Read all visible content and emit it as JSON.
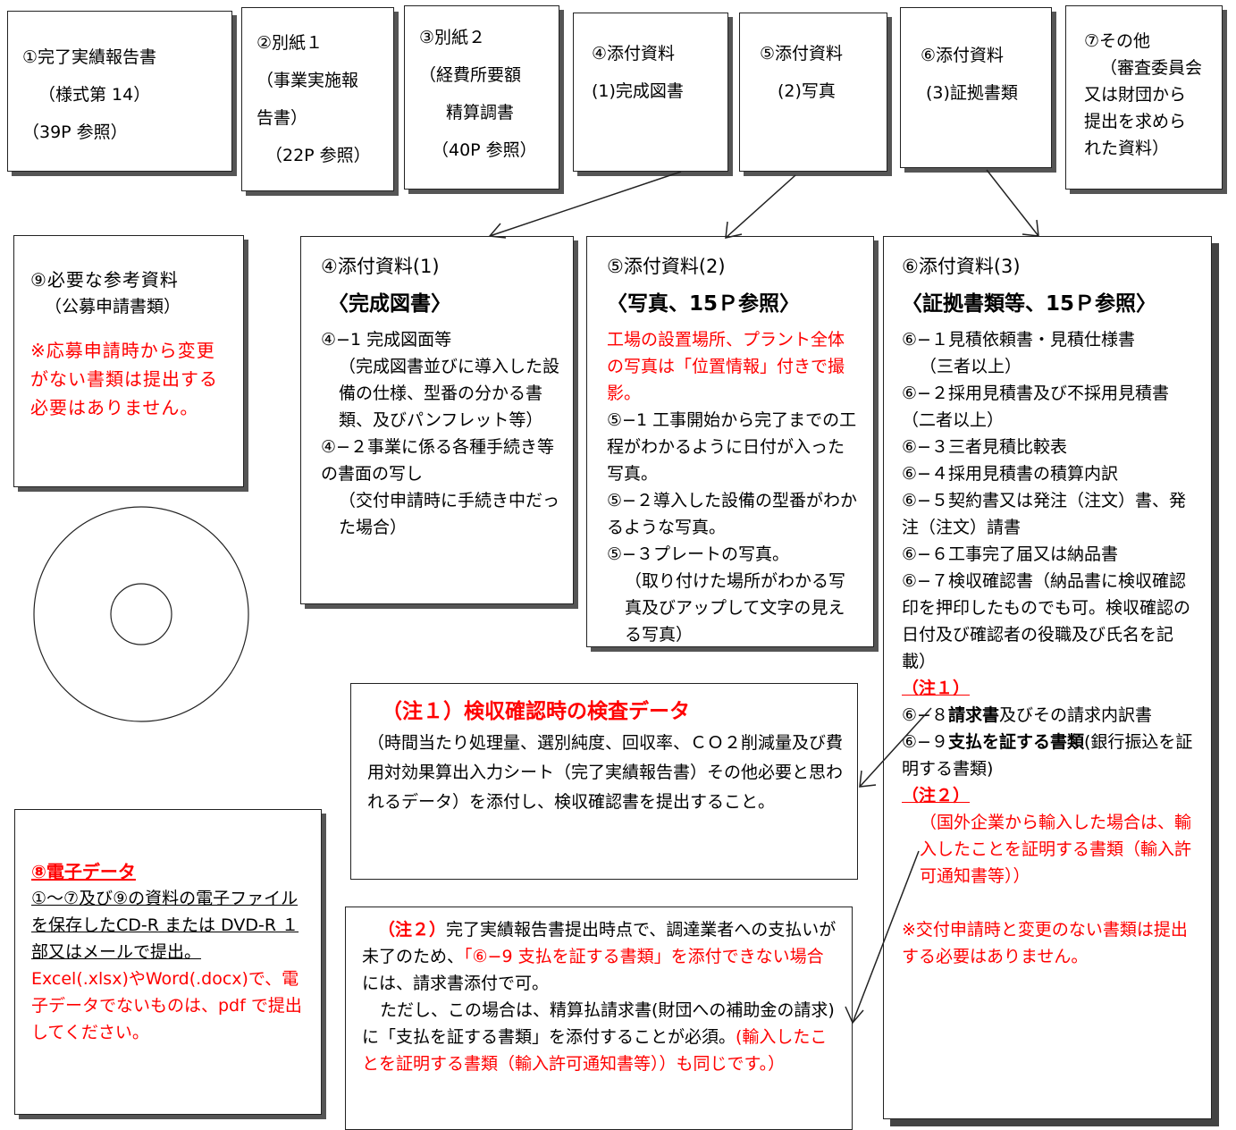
{
  "top": {
    "b1": {
      "l1": "①完了実績報告書",
      "l2": "（様式第 14）",
      "l3": "（39P 参照）"
    },
    "b2": {
      "l1": "②別紙１",
      "l2": "（事業実施報",
      "l3": "告書）",
      "l4": "（22P 参照）"
    },
    "b3": {
      "l1": "③別紙２",
      "l2": "（経費所要額",
      "l3": "精算調書",
      "l4": "（40P 参照）"
    },
    "b4": {
      "l1": "④添付資料",
      "l2": "(1)完成図書"
    },
    "b5": {
      "l1": "⑤添付資料",
      "l2": "(2)写真"
    },
    "b6": {
      "l1": "⑥添付資料",
      "l2": "(3)証拠書類"
    },
    "b7": {
      "l1": "⑦その他",
      "l2": "（審査委員会",
      "l3": "又は財団から",
      "l4": "提出を求めら",
      "l5": "れた資料）"
    }
  },
  "ref": {
    "title": "⑨必要な参考資料",
    "sub": "（公募申請書類）",
    "note": "※応募申請時から変更がない書類は提出する必要はありません。"
  },
  "d4": {
    "title": "④添付資料(1)",
    "sub": "〈完成図書〉",
    "i1": "④−1 完成図面等",
    "i1d": "（完成図書並びに導入した設備の仕様、型番の分かる書類、及びパンフレット等）",
    "i2": "④−２事業に係る各種手続き等の書面の写し",
    "i2d": "（交付申請時に手続き中だった場合）"
  },
  "d5": {
    "title": "⑤添付資料(2)",
    "sub": "〈写真、15Ｐ参照〉",
    "red": "工場の設置場所、プラント全体の写真は「位置情報」付きで撮影。",
    "i1": "⑤−1 工事開始から完了までの工程がわかるように日付が入った写真。",
    "i2": "⑤−２導入した設備の型番がわかるような写真。",
    "i3": "⑤−３プレートの写真。",
    "i3d": "（取り付けた場所がわかる写真及びアップして文字の見える写真）"
  },
  "d6": {
    "title": "⑥添付資料(3)",
    "sub": "〈証拠書類等、15Ｐ参照〉",
    "i1": "⑥−１見積依頼書・見積仕様書",
    "i1d": "（三者以上）",
    "i2": "⑥−２採用見積書及び不採用見積書（二者以上）",
    "i3": "⑥−３三者見積比較表",
    "i4": "⑥−４採用見積書の積算内訳",
    "i5": "⑥−５契約書又は発注（注文）書、発注（注文）請書",
    "i6": "⑥−６工事完了届又は納品書",
    "i7": "⑥−７検収確認書（納品書に検収確認印を押印したものでも可。検収確認の日付及び確認者の役職及び氏名を記載）",
    "n1": "（注１）",
    "i8a": "⑥−８",
    "i8b": "請求書",
    "i8c": "及びその請求内訳書",
    "i9a": "⑥−９",
    "i9b": "支払を証する書類",
    "i9c": "(銀行振込を証明する書類)",
    "n2": "（注２）",
    "n2d": "（国外企業から輸入した場合は、輸入したことを証明する書類（輸入許可通知書等））",
    "note": "※交付申請時と変更のない書類は提出する必要はありません。"
  },
  "note1": {
    "title": "（注１）検収確認時の検査データ",
    "body": "（時間当たり処理量、選別純度、回収率、ＣＯ２削減量及び費用対効果算出入力シート（完了実績報告書）その他必要と思われるデータ）を添付し、検収確認書を提出すること。"
  },
  "e": {
    "title": "⑧電子データ",
    "body": "①～⑦及び⑨の資料の電子ファイルを保存したCD-R または DVD-R １部又はメールで提出。",
    "red": "Excel(.xlsx)やWord(.docx)で、電子データでないものは、pdf で提出してください。"
  },
  "note2": {
    "a": "（注２）",
    "b": "完了実績報告書提出時点で、調達業者への支払いが未了のため、",
    "c": "「⑥−9 支払を証する書類」を添付できない場合",
    "d": "には、請求書添付で可。",
    "e": "ただし、この場合は、精算払請求書(財団への補助金の請求)に「支払を証する書類」を添付することが必須。",
    "f": "(輸入したことを証明する書類（輸入許可通知書等））も同じです。）"
  },
  "colors": {
    "red": "#ff0000",
    "border": "#222222",
    "shadow": "#555555"
  }
}
